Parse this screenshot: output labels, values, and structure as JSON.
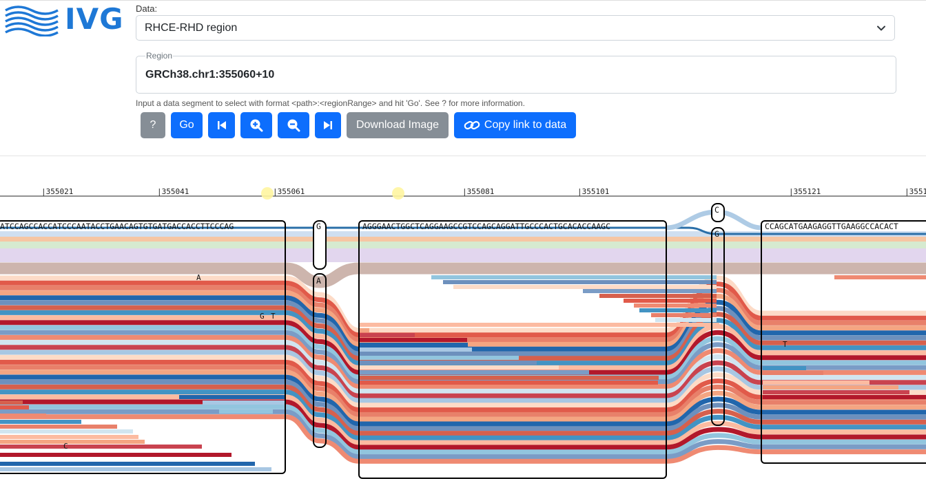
{
  "app": {
    "logo_text": "IVG"
  },
  "data_select": {
    "label": "Data:",
    "value": "RHCE-RHD region"
  },
  "region_field": {
    "label": "Region",
    "value": "GRCh38.chr1:355060+10"
  },
  "help_text": "Input a data segment to select with format <path>:<regionRange> and hit 'Go'. See ? for more information.",
  "toolbar": {
    "help_label": "?",
    "go_label": "Go",
    "download_label": "Download Image",
    "copy_label": "Copy link to data",
    "icons": [
      "skip-back-icon",
      "zoom-in-icon",
      "zoom-out-icon",
      "skip-forward-icon",
      "link-icon"
    ]
  },
  "colors": {
    "primary": "#0d6efd",
    "secondary": "#868e96",
    "reference_path": "#2a6fa8"
  },
  "ruler": {
    "ticks": [
      "|355021",
      "|355041",
      "|355061",
      "|355081",
      "|355101",
      "|355121",
      "|3551"
    ]
  },
  "nodes": {
    "seq1": "ATCCAGCCACCATCCCAATACCTGAACAGTGTGATGACCACCTTCCCAG",
    "snp1_top": "G",
    "snp1_bottom": "A",
    "seq2": "AGGGAACTGGCTCAGGAAGCCGTCCAGCAGGATTGCCCACTGCACACCAAGC",
    "snp2_top": "C",
    "snp2_bottom": "G",
    "seq3": "CCAGCATGAAGAGGTTGAAGGCCACACT"
  },
  "annotations": {
    "a1": "A",
    "g1": "G",
    "t1": "T",
    "c1": "C",
    "t2": "T"
  }
}
